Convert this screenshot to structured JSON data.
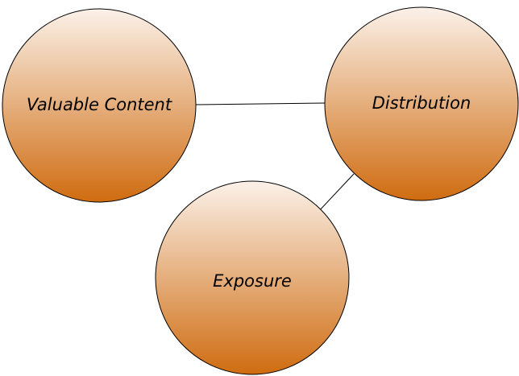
{
  "diagram": {
    "nodes": {
      "valuable_content": {
        "label": "Valuable Content"
      },
      "distribution": {
        "label": "Distribution"
      },
      "exposure": {
        "label": "Exposure"
      }
    },
    "edges": [
      {
        "from": "valuable_content",
        "to": "distribution"
      },
      {
        "from": "distribution",
        "to": "exposure"
      }
    ],
    "colors": {
      "node_fill_top": "#fbf1e9",
      "node_fill_bottom": "#cf6c10",
      "node_stroke": "#000000",
      "edge_stroke": "#000000",
      "background": "#ffffff"
    }
  }
}
